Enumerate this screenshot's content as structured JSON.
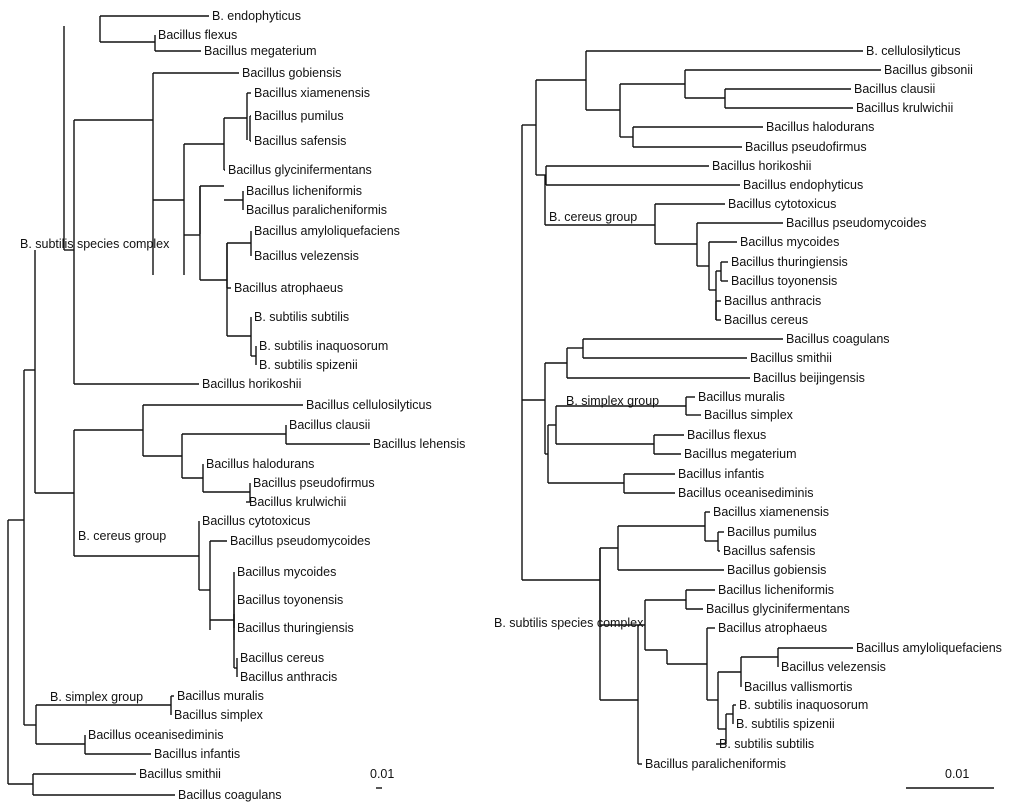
{
  "left_tree": {
    "leaves": [
      "B. endophyticus",
      "Bacillus flexus",
      "Bacillus megaterium",
      "Bacillus gobiensis",
      "Bacillus xiamenensis",
      "Bacillus pumilus",
      "Bacillus safensis",
      "Bacillus glycinifermentans",
      "Bacillus licheniformis",
      "Bacillus paralicheniformis",
      "Bacillus amyloliquefaciens",
      "Bacillus velezensis",
      "Bacillus atrophaeus",
      "B. subtilis subtilis",
      "B. subtilis inaquosorum",
      "B. subtilis spizenii",
      "Bacillus horikoshii",
      "Bacillus cellulosilyticus",
      "Bacillus clausii",
      "Bacillus lehensis",
      "Bacillus halodurans",
      "Bacillus pseudofirmus",
      "Bacillus krulwichii",
      "Bacillus cytotoxicus",
      "Bacillus pseudomycoides",
      "Bacillus mycoides",
      "Bacillus toyonensis",
      "Bacillus thuringiensis",
      "Bacillus cereus",
      "Bacillus anthracis",
      "Bacillus muralis",
      "Bacillus simplex",
      "Bacillus oceanisediminis",
      "Bacillus infantis",
      "Bacillus smithii",
      "Bacillus coagulans"
    ],
    "group_labels": [
      "B. subtilis species complex",
      "B. cereus group",
      "B. simplex group"
    ],
    "scale_bar_label": "0.01"
  },
  "right_tree": {
    "leaves": [
      "B. cellulosilyticus",
      "Bacillus gibsonii",
      "Bacillus clausii",
      "Bacillus krulwichii",
      "Bacillus halodurans",
      "Bacillus pseudofirmus",
      "Bacillus horikoshii",
      "Bacillus endophyticus",
      "Bacillus cytotoxicus",
      "Bacillus pseudomycoides",
      "Bacillus mycoides",
      "Bacillus thuringiensis",
      "Bacillus toyonensis",
      "Bacillus anthracis",
      "Bacillus cereus",
      "Bacillus coagulans",
      "Bacillus smithii",
      "Bacillus beijingensis",
      "Bacillus muralis",
      "Bacillus simplex",
      "Bacillus flexus",
      "Bacillus megaterium",
      "Bacillus infantis",
      "Bacillus oceanisediminis",
      "Bacillus xiamenensis",
      "Bacillus pumilus",
      "Bacillus safensis",
      "Bacillus gobiensis",
      "Bacillus licheniformis",
      "Bacillus glycinifermentans",
      "Bacillus atrophaeus",
      "Bacillus amyloliquefaciens",
      "Bacillus velezensis",
      "Bacillus vallismortis",
      "B. subtilis inaquosorum",
      "B. subtilis spizenii",
      "B. subtilis subtilis",
      "Bacillus paralicheniformis"
    ],
    "group_labels": [
      "B. cereus group",
      "B. simplex group",
      "B. subtilis species complex"
    ],
    "scale_bar_label": "0.01"
  }
}
